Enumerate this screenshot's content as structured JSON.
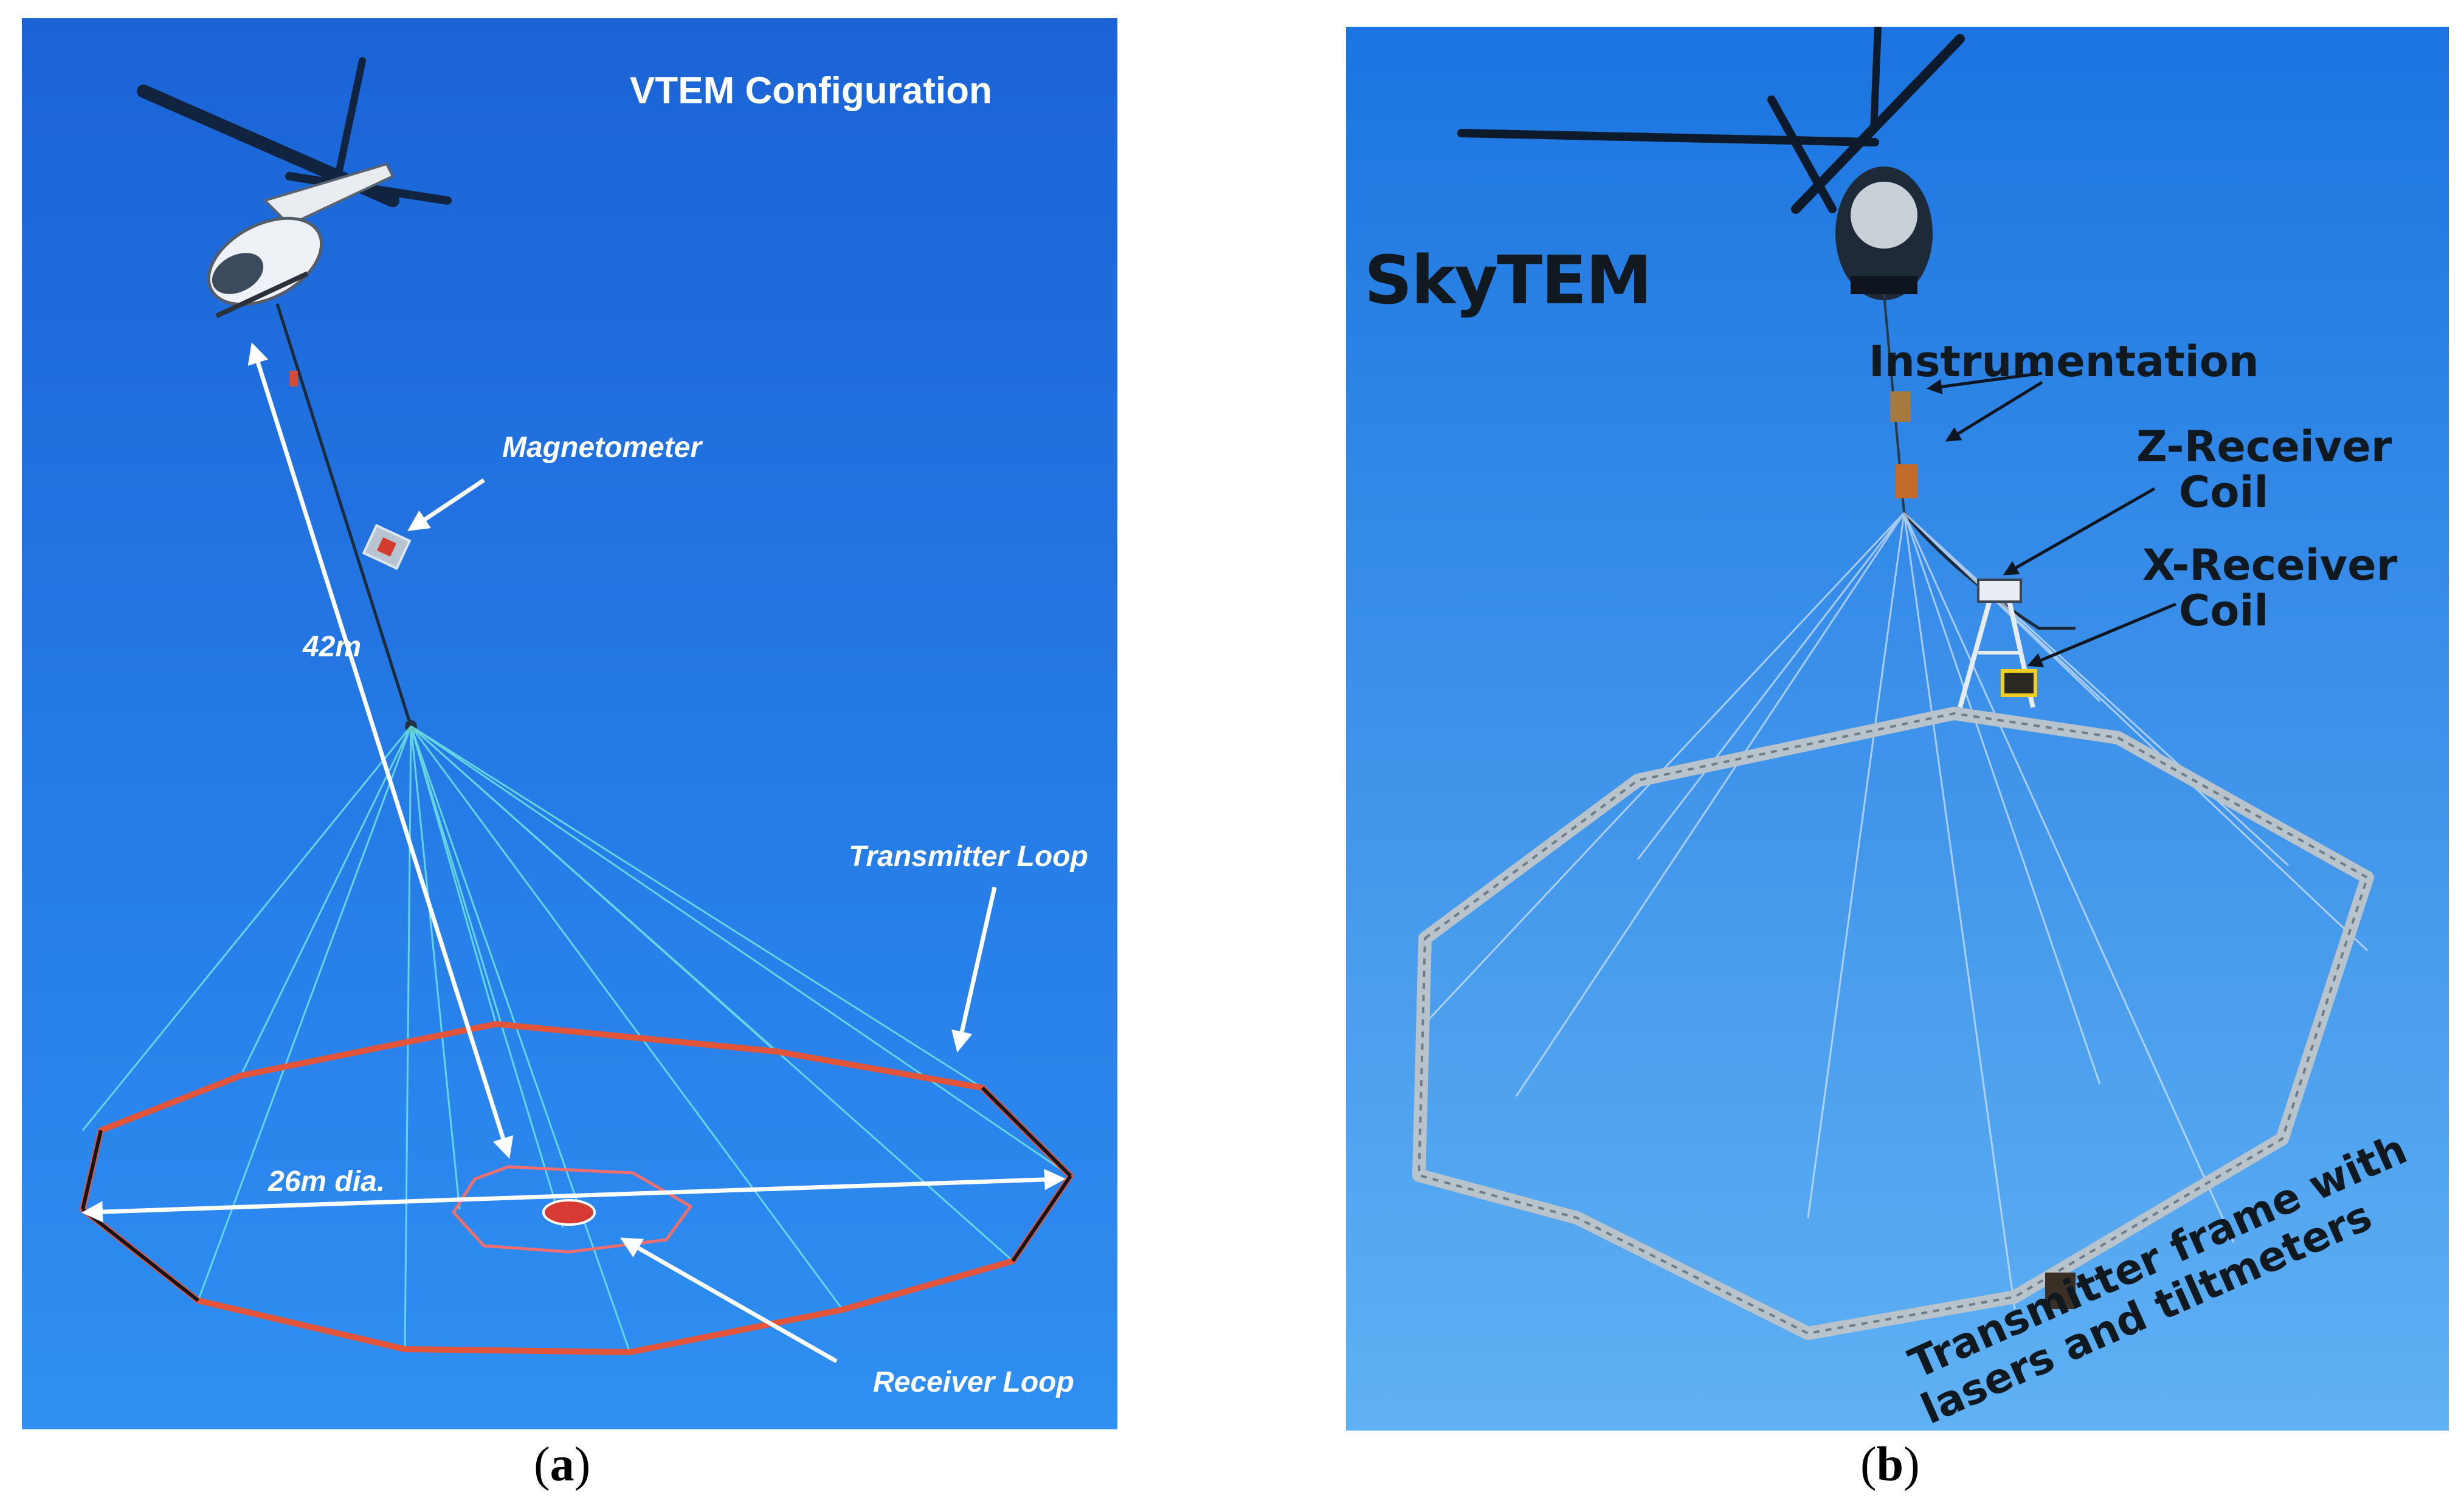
{
  "panel_a": {
    "title": "VTEM Configuration",
    "label_magnetometer": "Magnetometer",
    "label_distance": "42m",
    "label_diameter": "26m dia.",
    "label_transmitter": "Transmitter Loop",
    "label_receiver": "Receiver Loop",
    "caption_open": "(",
    "caption_letter": "a",
    "caption_close": ")"
  },
  "panel_b": {
    "brand": "SkyTEM",
    "label_instrumentation": "Instrumentation",
    "label_z_line1": "Z-Receiver",
    "label_z_line2": "Coil",
    "label_x_line1": "X-Receiver",
    "label_x_line2": "Coil",
    "label_frame_line1": "Transmitter frame with",
    "label_frame_line2": "lasers and tiltmeters",
    "caption_open": "(",
    "caption_letter": "b",
    "caption_close": ")"
  },
  "colors": {
    "sky_top": "#1a63d6",
    "sky_bottom": "#2f8ff2",
    "sky_b_top": "#1b74e0",
    "sky_b_bottom": "#5fb1f3",
    "loop_red": "#e2553a",
    "cable_cyan": "#6fe4e0",
    "frame_gray": "#b9c3cc"
  }
}
